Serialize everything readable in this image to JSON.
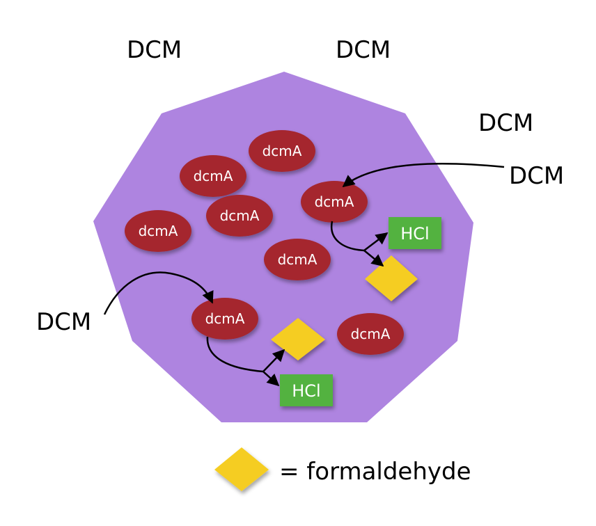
{
  "colors": {
    "cell": "#ae84e0",
    "enzyme": "#a5262f",
    "hcl": "#52b240",
    "formaldehyde": "#f5cd22"
  },
  "labels": {
    "dcm": "DCM",
    "enzyme": "dcmA",
    "hcl": "HCl",
    "legend": "= formaldehyde"
  }
}
